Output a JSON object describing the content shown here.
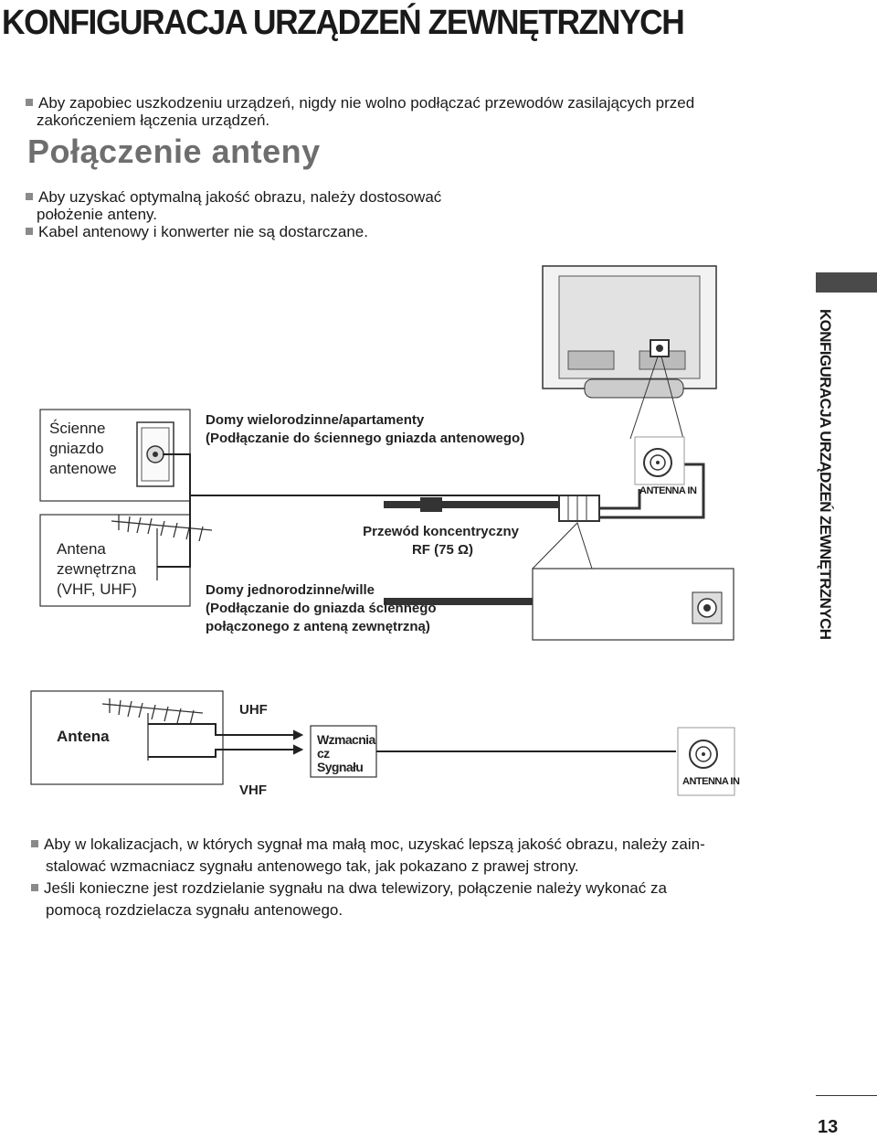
{
  "page": {
    "title": "KONFIGURACJA URZĄDZEŃ ZEWNĘTRZNYCH",
    "intro_bullet": [
      "Aby zapobiec uszkodzeniu urządzeń, nigdy nie wolno podłączać przewodów zasilających przed",
      "zakończeniem łączenia urządzeń."
    ],
    "section_title": "Połączenie anteny",
    "section_bullets": [
      [
        "Aby uzyskać optymalną jakość obrazu, należy dostosować",
        "położenie anteny."
      ],
      [
        "Kabel antenowy i konwerter nie są dostarczane."
      ]
    ],
    "side_tab_text": "KONFIGURACJA URZĄDZEŃ ZEWNĘTRZNYCH",
    "page_number": "13"
  },
  "diagram1": {
    "wall_socket_label": [
      "Ścienne",
      "gniazdo",
      "antenowe"
    ],
    "outdoor_antenna_label": [
      "Antena",
      "zewnętrzna",
      "(VHF, UHF)"
    ],
    "multi_family": [
      "Domy wielorodzinne/apartamenty",
      "(Podłączanie do ściennego gniazda antenowego)"
    ],
    "single_family": [
      "Domy jednorodzinne/wille",
      "(Podłączanie do gniazda ściennego",
      "połączonego z anteną zewnętrzną)"
    ],
    "coax_cable": [
      "Przewód koncentryczny",
      "RF (75 Ω)"
    ],
    "antenna_in": "ANTENNA IN"
  },
  "diagram2": {
    "antenna_label": "Antena",
    "uhf": "UHF",
    "vhf": "VHF",
    "amplifier": [
      "Wzmacnia",
      "cz",
      "Sygnału"
    ],
    "antenna_in": "ANTENNA IN"
  },
  "bottom_bullets": [
    [
      "Aby w lokalizacjach, w których sygnał ma małą moc, uzyskać lepszą jakość obrazu, należy zain-",
      "stalować wzmacniacz sygnału antenowego tak, jak pokazano z prawej strony."
    ],
    [
      "Jeśli konieczne jest rozdzielanie sygnału na dwa telewizory, połączenie należy wykonać za",
      "pomocą rozdzielacza sygnału antenowego."
    ]
  ]
}
